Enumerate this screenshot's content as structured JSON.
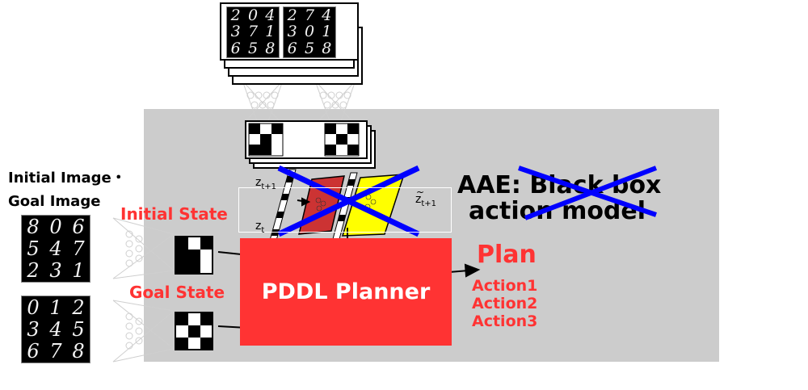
{
  "labels": {
    "initial_goal_image": "Initial Image・\nGoal Image",
    "initial_state": "Initial State",
    "goal_state": "Goal State",
    "planner": "PDDL Planner",
    "plan": "Plan",
    "actions": [
      "Action1",
      "Action2",
      "Action3"
    ],
    "aae_prefix": "AAE:",
    "struck_text": "Black box",
    "action_model": "action model",
    "z_t1": "z",
    "z_t1_sub": "t+1",
    "z_t": "z",
    "z_t_sub": "t",
    "ztilde": "z",
    "ztilde_sub": "t+1",
    "ztilde_accent": "~"
  },
  "digit_grids": {
    "initial": [
      "8",
      "0",
      "6",
      "5",
      "4",
      "7",
      "2",
      "3",
      "1"
    ],
    "goal": [
      "0",
      "1",
      "2",
      "3",
      "4",
      "5",
      "6",
      "7",
      "8"
    ],
    "top_left": [
      "2",
      "0",
      "4",
      "3",
      "7",
      "1",
      "6",
      "5",
      "8"
    ],
    "top_right": [
      "2",
      "7",
      "4",
      "3",
      "0",
      "1",
      "6",
      "5",
      "8"
    ]
  },
  "colors": {
    "panel": "#cccccc",
    "planner": "#ff3333",
    "red_text": "#ff3333",
    "cross": "#0000ff",
    "trap_red": "#cc3333",
    "trap_yellow": "#ffff00"
  }
}
